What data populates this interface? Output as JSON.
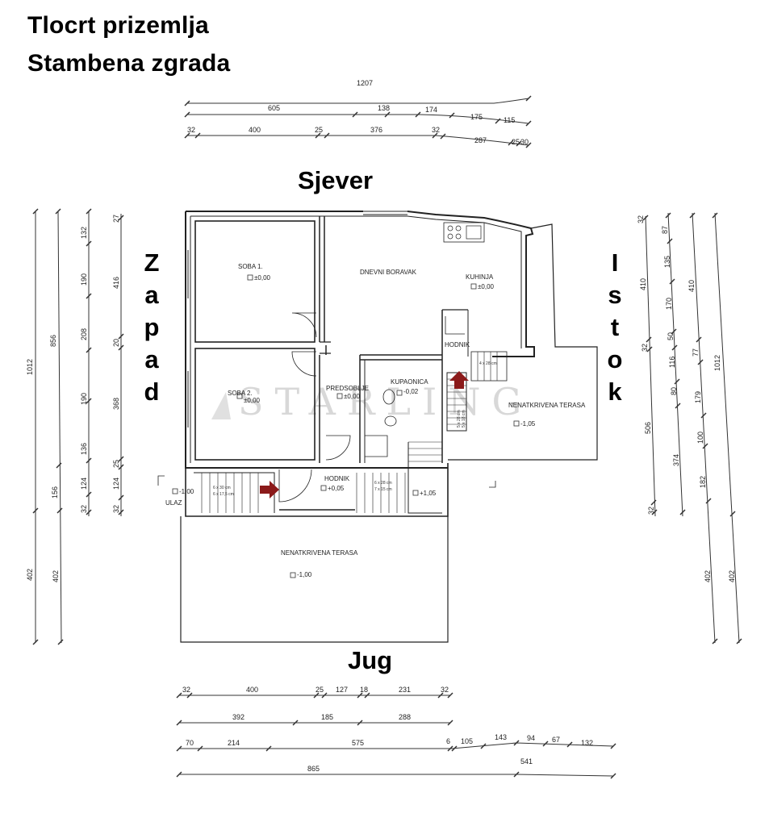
{
  "titles": [
    "Tlocrt prizemlja",
    "Stambena zgrada"
  ],
  "compass": {
    "north": "Sjever",
    "south": "Jug",
    "west_letters": [
      "Z",
      "a",
      "p",
      "a",
      "d"
    ],
    "east_letters": [
      "I",
      "s",
      "t",
      "o",
      "k"
    ]
  },
  "watermark": "STARLING",
  "rooms": [
    {
      "name": "SOBA 1.",
      "level": "±0,00"
    },
    {
      "name": "SOBA 2.",
      "level": "±0,00"
    },
    {
      "name": "DNEVNI BORAVAK",
      "level": ""
    },
    {
      "name": "KUHINJA",
      "level": "±0,00"
    },
    {
      "name": "HODNIK",
      "level": ""
    },
    {
      "name": "PREDSOBLJE",
      "level": "±0,00"
    },
    {
      "name": "KUPAONICA",
      "level": "-0,02"
    },
    {
      "name": "NENATKRIVENA TERASA",
      "level": "-1,05"
    },
    {
      "name": "HODNIK",
      "level": "+0,05"
    },
    {
      "name": "ULAZ",
      "level": "-1,00"
    },
    {
      "name": "",
      "level": "+1,05"
    },
    {
      "name": "NENATKRIVENA TERASA",
      "level": "-1,00"
    }
  ],
  "stair_notes": [
    "6 x 30 cm",
    "6 x 17,5 cm",
    "6 x 28 cm",
    "7 x 15 cm",
    "4 x 28 cm",
    "5 x 28 cm",
    "5 x 18 cm"
  ],
  "dimensions": {
    "top_row1": [
      "1207"
    ],
    "top_row2": [
      "605",
      "138",
      "174",
      "175",
      "115"
    ],
    "top_row3": [
      "32",
      "400",
      "25",
      "376",
      "32",
      "287",
      "25",
      "30"
    ],
    "left_col1": [
      "1012",
      "402"
    ],
    "left_col2": [
      "856",
      "156",
      "402"
    ],
    "left_col3": [
      "132",
      "190",
      "208",
      "190",
      "136",
      "124",
      "32"
    ],
    "left_col4": [
      "27",
      "416",
      "20",
      "368",
      "25",
      "124",
      "32"
    ],
    "right_col1": [
      "32",
      "410",
      "32",
      "506",
      "32"
    ],
    "right_col2": [
      "87",
      "135",
      "170",
      "50",
      "116",
      "80",
      "374"
    ],
    "right_col3": [
      "410",
      "77",
      "179",
      "100",
      "182",
      "402"
    ],
    "right_col4": [
      "1012",
      "402"
    ],
    "bottom_row1": [
      "32",
      "400",
      "25",
      "127",
      "18",
      "231",
      "32"
    ],
    "bottom_row2": [
      "392",
      "185",
      "288"
    ],
    "bottom_row3": [
      "70",
      "214",
      "575",
      "6",
      "105",
      "143",
      "94",
      "67",
      "132"
    ],
    "bottom_row4": [
      "865",
      "541"
    ]
  }
}
